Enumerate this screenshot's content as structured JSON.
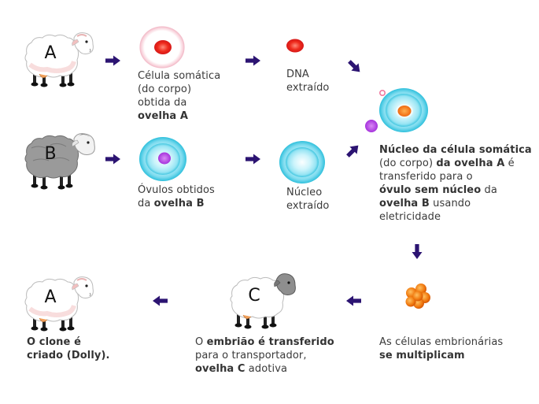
{
  "colors": {
    "arrow": "#2c1472",
    "text": "#3a3a3a",
    "nucleus_red": "#e02020",
    "egg_cyan": "#39c6e0",
    "egg_pink": "#f2a8b8",
    "purple": "#b040e0",
    "embryo_orange": "#f07a10"
  },
  "sheep": {
    "a_top": "A",
    "b": "B",
    "c": "C",
    "a_clone": "A"
  },
  "labels": {
    "somatic_cell": [
      {
        "t": "Célula somática",
        "b": false
      },
      {
        "t": "(do corpo)",
        "b": false
      },
      {
        "t": "obtida da",
        "b": false
      },
      {
        "t": "ovelha A",
        "b": true
      }
    ],
    "dna": [
      {
        "t": "DNA",
        "b": false
      },
      {
        "t": "extraído",
        "b": false
      }
    ],
    "oocytes": [
      {
        "t": "Óvulos obtidos",
        "b": false
      },
      [
        {
          "t": "da ",
          "b": false
        },
        {
          "t": "ovelha B",
          "b": true
        }
      ]
    ],
    "nucleus": [
      {
        "t": "Núcleo",
        "b": false
      },
      {
        "t": "extraído",
        "b": false
      }
    ],
    "transfer": [
      {
        "t": "Núcleo da célula somática",
        "b": true
      },
      [
        {
          "t": "(do corpo) ",
          "b": false
        },
        {
          "t": "da ovelha A",
          "b": true
        },
        {
          "t": " é",
          "b": false
        }
      ],
      {
        "t": "transferido para o",
        "b": false
      },
      [
        {
          "t": "óvulo sem núcleo",
          "b": true
        },
        {
          "t": " da",
          "b": false
        }
      ],
      [
        {
          "t": "ovelha B",
          "b": true
        },
        {
          "t": " usando",
          "b": false
        }
      ],
      {
        "t": "eletricidade",
        "b": false
      }
    ],
    "multiply": [
      {
        "t": "As células embrionárias",
        "b": false
      },
      {
        "t": "se multiplicam",
        "b": true
      }
    ],
    "embryo_transfer": [
      [
        {
          "t": "O ",
          "b": false
        },
        {
          "t": "embrião é transferido",
          "b": true
        }
      ],
      {
        "t": "para o transportador,",
        "b": false
      },
      [
        {
          "t": "ovelha C",
          "b": true
        },
        {
          "t": " adotiva",
          "b": false
        }
      ]
    ],
    "clone": [
      {
        "t": "O clone é",
        "b": true
      },
      {
        "t": "criado (Dolly).",
        "b": true
      }
    ]
  },
  "icons": [
    "sheep-a-icon",
    "somatic-cell-icon",
    "dna-icon",
    "merged-cell-icon",
    "sheep-b-icon",
    "oocyte-icon",
    "enucleated-egg-icon",
    "embryo-icon",
    "sheep-c-icon",
    "sheep-clone-icon",
    "arrow-right-icon",
    "arrow-left-icon",
    "arrow-down-icon"
  ]
}
